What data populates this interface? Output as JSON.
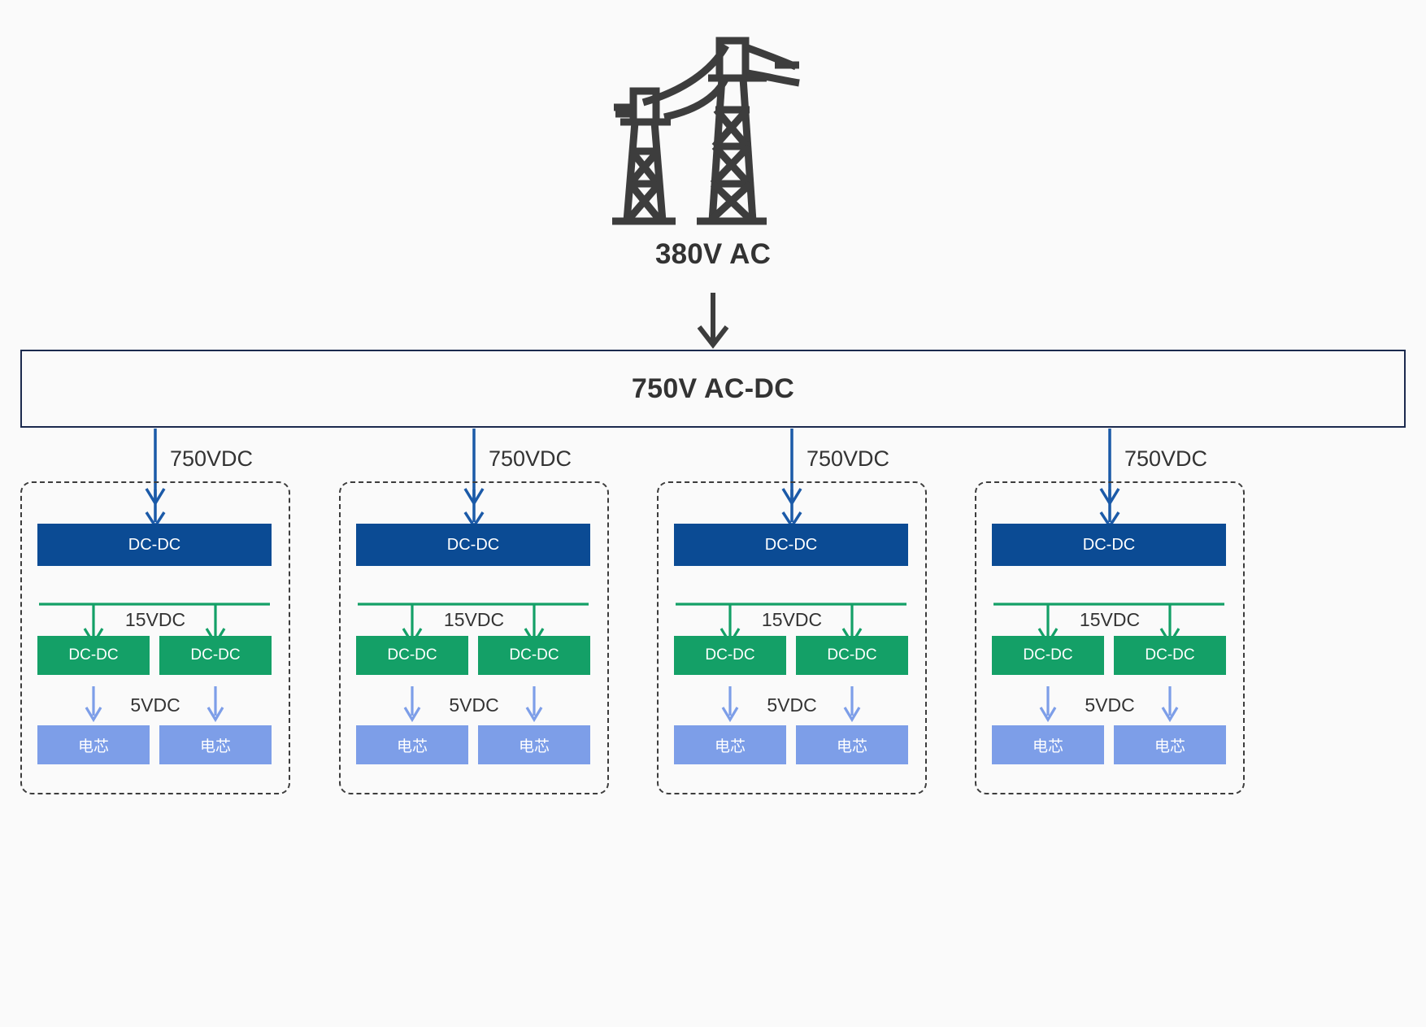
{
  "colors": {
    "background": "#fafafa",
    "text": "#333333",
    "acdc_border": "#1b2a4e",
    "feeder_arrow": "#1b5aa8",
    "dcdc_primary": "#0b4b94",
    "dcdc_secondary": "#14a067",
    "cell": "#7d9ee8",
    "group_border": "#3d3d3d",
    "tower": "#3d3d3d",
    "main_arrow": "#3d3d3d"
  },
  "source": {
    "icon": "transmission-tower-icon",
    "label": "380V AC"
  },
  "main_arrow": {
    "icon": "arrow-down-icon"
  },
  "acdc": {
    "label": "750V AC-DC"
  },
  "feeders": [
    {
      "label": "750VDC"
    },
    {
      "label": "750VDC"
    },
    {
      "label": "750VDC"
    },
    {
      "label": "750VDC"
    }
  ],
  "groups": [
    {
      "primary": {
        "label": "DC-DC"
      },
      "bus15_label": "15VDC",
      "secondary": [
        {
          "label": "DC-DC"
        },
        {
          "label": "DC-DC"
        }
      ],
      "bus5_label": "5VDC",
      "cells": [
        {
          "label": "电芯"
        },
        {
          "label": "电芯"
        }
      ]
    },
    {
      "primary": {
        "label": "DC-DC"
      },
      "bus15_label": "15VDC",
      "secondary": [
        {
          "label": "DC-DC"
        },
        {
          "label": "DC-DC"
        }
      ],
      "bus5_label": "5VDC",
      "cells": [
        {
          "label": "电芯"
        },
        {
          "label": "电芯"
        }
      ]
    },
    {
      "primary": {
        "label": "DC-DC"
      },
      "bus15_label": "15VDC",
      "secondary": [
        {
          "label": "DC-DC"
        },
        {
          "label": "DC-DC"
        }
      ],
      "bus5_label": "5VDC",
      "cells": [
        {
          "label": "电芯"
        },
        {
          "label": "电芯"
        }
      ]
    },
    {
      "primary": {
        "label": "DC-DC"
      },
      "bus15_label": "15VDC",
      "secondary": [
        {
          "label": "DC-DC"
        },
        {
          "label": "DC-DC"
        }
      ],
      "bus5_label": "5VDC",
      "cells": [
        {
          "label": "电芯"
        },
        {
          "label": "电芯"
        }
      ]
    }
  ]
}
